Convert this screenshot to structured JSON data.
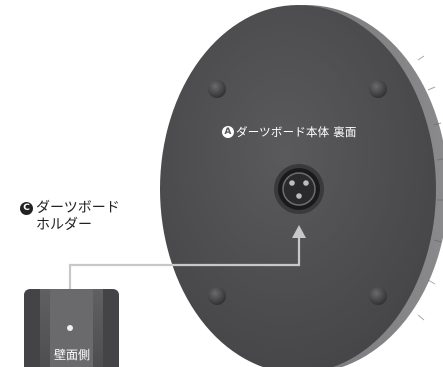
{
  "labels": {
    "board_back": {
      "badge": "A",
      "text": "ダーツボード本体 裏面"
    },
    "holder": {
      "badge": "C",
      "line1": "ダーツボード",
      "line2": "ホルダー"
    },
    "wall_side": "壁面側"
  },
  "colors": {
    "board_face": "#4d4d4f",
    "board_edge": "#7a7a7c",
    "arrow": "#c8c8c8",
    "holder": "#58585a"
  }
}
